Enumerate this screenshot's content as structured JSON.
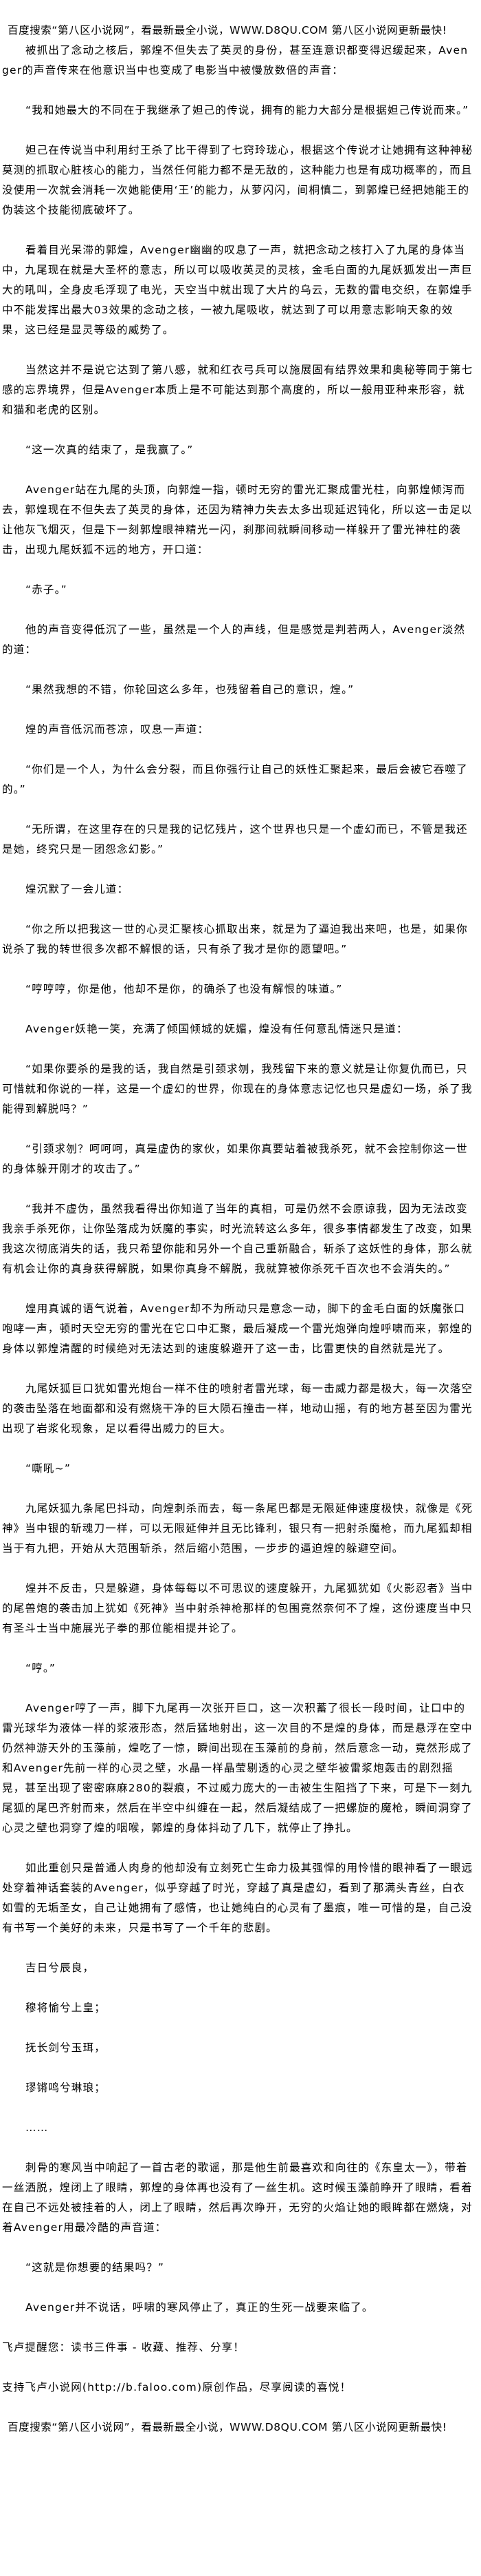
{
  "site_notice": "百度搜索“第八区小说网”，看最新最全小说，WWW.D8QU.COM   第八区小说网更新最快!",
  "paragraphs": [
    "被抓出了念动之核后，郭煌不但失去了英灵的身份，甚至连意识都变得迟缓起来，Avenger的声音传来在他意识当中也变成了电影当中被慢放数倍的声音：",
    "“我和她最大的不同在于我继承了妲己的传说，拥有的能力大部分是根据妲己传说而来。”",
    "妲己在传说当中利用纣王杀了比干得到了七窍玲珑心，根据这个传说才让她拥有这种神秘莫测的抓取心脏核心的能力，当然任何能力都不是无敌的，这种能力也是有成功概率的，而且没使用一次就会消耗一次她能使用‘王’的能力，从萝闪闪，间桐慎二，到郭煌已经把她能王的伪装这个技能彻底破坏了。",
    "看着目光呆滞的郭煌，Avenger幽幽的叹息了一声，就把念动之核打入了九尾的身体当中，九尾现在就是大圣杯的意志，所以可以吸收英灵的灵核，金毛白面的九尾妖狐发出一声巨大的吼叫，全身皮毛浮现了电光，天空当中就出现了大片的乌云，无数的雷电交织，在郭煌手中不能发挥出最大03效果的念动之核，一被九尾吸收，就达到了可以用意志影响天象的效果，这已经是显灵等级的威势了。",
    "当然这并不是说它达到了第八感，就和红衣弓兵可以施展固有结界效果和奥秘等同于第七感的忘界境界，但是Avenger本质上是不可能达到那个高度的，所以一般用亚种来形容，就和猫和老虎的区别。",
    "“这一次真的结束了，是我赢了。”",
    "Avenger站在九尾的头顶，向郭煌一指，顿时无穷的雷光汇聚成雷光柱，向郭煌倾泻而去，郭煌现在不但失去了英灵的身体，还因为精神力失去太多出现延迟钝化，所以这一击足以让他灰飞烟灭，但是下一刻郭煌眼神精光一闪，刹那间就瞬间移动一样躲开了雷光神柱的袭击，出现九尾妖狐不远的地方，开口道：",
    "“赤子。”",
    "他的声音变得低沉了一些，虽然是一个人的声线，但是感觉是判若两人，Avenger淡然的道：",
    "“果然我想的不错，你轮回这么多年，也残留着自己的意识，煌。”",
    "煌的声音低沉而苍凉，叹息一声道：",
    "“你们是一个人，为什么会分裂，而且你强行让自己的妖性汇聚起来，最后会被它吞噬了的。”",
    "“无所谓，在这里存在的只是我的记忆残片，这个世界也只是一个虚幻而已，不管是我还是她，终究只是一团怨念幻影。”",
    "煌沉默了一会儿道：",
    "“你之所以把我这一世的心灵汇聚核心抓取出来，就是为了逼迫我出来吧，也是，如果你说杀了我的转世很多次都不解恨的话，只有杀了我才是你的愿望吧。”",
    "“哼哼哼，你是他，他却不是你，的确杀了也没有解恨的味道。”",
    "Avenger妖艳一笑，充满了倾国倾城的妩媚，煌没有任何意乱情迷只是道：",
    "“如果你要杀的是我的话，我自然是引颈求刎，我残留下来的意义就是让你复仇而已，只可惜就和你说的一样，这是一个虚幻的世界，你现在的身体意志记忆也只是虚幻一场，杀了我能得到解脱吗？”",
    "“引颈求刎？呵呵呵，真是虚伪的家伙，如果你真要站着被我杀死，就不会控制你这一世的身体躲开刚才的攻击了。”",
    "“我并不虚伪，虽然我看得出你知道了当年的真相，可是仍然不会原谅我，因为无法改变我亲手杀死你，让你坠落成为妖魔的事实，时光流转这么多年，很多事情都发生了改变，如果我这次彻底消失的话，我只希望你能和另外一个自己重新融合，斩杀了这妖性的身体，那么就有机会让你的真身获得解脱，如果你真身不解脱，我就算被你杀死千百次也不会消失的。”",
    "煌用真诚的语气说着，Avenger却不为所动只是意念一动，脚下的金毛白面的妖魔张口咆哮一声，顿时天空无穷的雷光在它口中汇聚，最后凝成一个雷光炮弹向煌呼啸而来，郭煌的身体以郭煌清醒的时候绝对无法达到的速度躲避开了这一击，比雷更快的自然就是光了。",
    "九尾妖狐巨口犹如雷光炮台一样不住的喷射者雷光球，每一击威力都是极大，每一次落空的袭击坠落在地面都和没有燃烧干净的巨大陨石撞击一样，地动山摇，有的地方甚至因为雷光出现了岩浆化现象，足以看得出威力的巨大。",
    "“嘶吼~”",
    "九尾妖狐九条尾巴抖动，向煌刺杀而去，每一条尾巴都是无限延伸速度极快，就像是《死神》当中银的斩魂刀一样，可以无限延伸并且无比锋利，银只有一把射杀魔枪，而九尾狐却相当于有九把，开始从大范围斩杀，然后缩小范围，一步步的逼迫煌的躲避空间。",
    "煌并不反击，只是躲避，身体每每以不可思议的速度躲开，九尾狐犹如《火影忍者》当中的尾兽炮的袭击加上犹如《死神》当中射杀神枪那样的包围竟然奈何不了煌，这份速度当中只有圣斗士当中施展光子拳的那位能相提并论了。",
    "“哼。”",
    "Avenger哼了一声，脚下九尾再一次张开巨口，这一次积蓄了很长一段时间，让口中的雷光球华为液体一样的浆液形态，然后猛地射出，这一次目的不是煌的身体，而是悬浮在空中仍然神游天外的玉藻前，煌吃了一惊，瞬间出现在玉藻前的身前，然后意念一动，竟然形成了和Avenger先前一样的心灵之壁，水晶一样晶莹剔透的心灵之壁华被雷浆炮轰击的剧烈摇晃，甚至出现了密密麻麻280的裂痕，不过威力庞大的一击被生生阻挡了下来，可是下一刻九尾狐的尾巴齐射而来，然后在半空中纠缠在一起，然后凝结成了一把螺旋的魔枪，瞬间洞穿了心灵之壁也洞穿了煌的咽喉，郭煌的身体抖动了几下，就停止了挣扎。",
    "如此重创只是普通人肉身的他却没有立刻死亡生命力极其强悍的用怜惜的眼神看了一眼远处穿着神话套装的Avenger，似乎穿越了时光，穿越了真是虚幻，看到了那满头青丝，白衣如雪的无垢圣女，自己让她拥有了感情，也让她纯白的心灵有了墨痕，唯一可惜的是，自己没有书写一个美好的未来，只是书写了一个千年的悲剧。",
    "吉日兮辰良，",
    "穆将愉兮上皇；",
    "抚长剑兮玉珥，",
    "璆锵鸣兮琳琅；",
    "……",
    "刺骨的寒风当中响起了一首古老的歌谣，那是他生前最喜欢和向往的《东皇太一》，带着一丝洒脱，煌闭上了眼睛，郭煌的身体再也没有了一丝生机。这时候玉藻前睁开了眼睛，看着在自己不远处被挂着的人，闭上了眼睛，然后再次睁开，无穷的火焰让她的眼眸都在燃烧，对着Avenger用最冷酷的声音道：",
    "“这就是你想要的结果吗？”",
    "Avenger并不说话，呼啸的寒风停止了，真正的生死一战要来临了。"
  ],
  "footer": {
    "reminder": "飞卢提醒您：读书三件事 - 收藏、推荐、分享！",
    "support": "支持飞卢小说网(http://b.faloo.com)原创作品，尽享阅读的喜悦！",
    "site_notice": "百度搜索“第八区小说网”，看最新最全小说，WWW.D8QU.COM   第八区小说网更新最快!"
  }
}
